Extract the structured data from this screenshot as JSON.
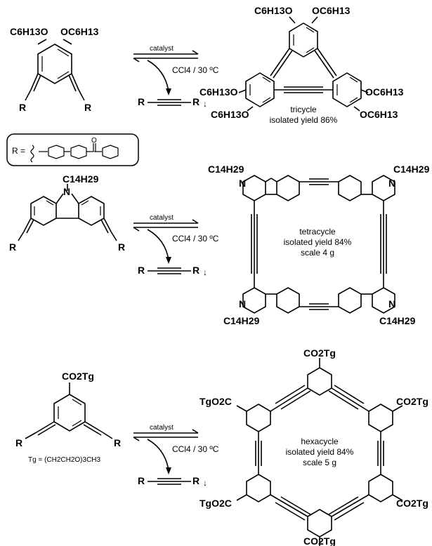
{
  "reaction1": {
    "reactant_sub_left": "C6H13O",
    "reactant_sub_right": "OC6H13",
    "r_left": "R",
    "r_right": "R",
    "catalyst": "catalyst",
    "conditions": "CCl4 / 30 ºC",
    "byproduct_r1": "R",
    "byproduct_r2": "R",
    "product_top_left": "C6H13O",
    "product_top_right": "OC6H13",
    "product_mid_left": "C6H13O",
    "product_mid_right": "OC6H13",
    "product_bot_left": "C6H13O",
    "product_bot_right": "OC6H13",
    "product_name": "tricycle",
    "product_yield": "isolated yield 86%"
  },
  "r_definition": {
    "prefix": "R =",
    "carbonyl_o": "O"
  },
  "reaction2": {
    "reactant_n_sub": "C14H29",
    "reactant_n": "N",
    "r_left": "R",
    "r_right": "R",
    "catalyst": "catalyst",
    "conditions": "CCl4 / 30 ºC",
    "byproduct_r1": "R",
    "byproduct_r2": "R",
    "product_tl": "C14H29",
    "product_tr": "C14H29",
    "product_bl": "C14H29",
    "product_br": "C14H29",
    "product_n": "N",
    "product_name": "tetracycle",
    "product_yield": "isolated yield 84%",
    "product_scale": "scale 4 g"
  },
  "reaction3": {
    "reactant_sub": "CO2Tg",
    "r_left": "R",
    "r_right": "R",
    "tg_definition": "Tg = (CH2CH2O)3CH3",
    "catalyst": "catalyst",
    "conditions": "CCl4 / 30 ºC",
    "byproduct_r1": "R",
    "byproduct_r2": "R",
    "product_top": "CO2Tg",
    "product_ul": "TgO2C",
    "product_ur": "CO2Tg",
    "product_ll": "TgO2C",
    "product_lr": "CO2Tg",
    "product_bottom": "CO2Tg",
    "product_name": "hexacycle",
    "product_yield": "isolated yield 84%",
    "product_scale": "scale 5 g"
  }
}
